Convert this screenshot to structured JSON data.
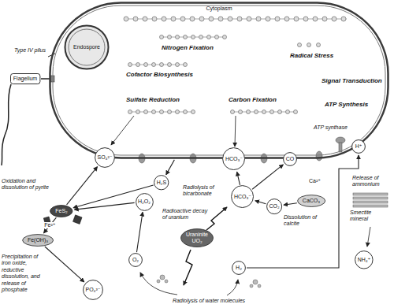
{
  "diagram": {
    "nodes": [
      {
        "text": [
          "Cytoplasm"
        ]
      },
      {
        "text": [
          "Endospore"
        ],
        "in": 0
      },
      {
        "text": [
          "Flagellum"
        ]
      },
      {
        "text": [
          "SO₄²⁻"
        ]
      },
      {
        "text": [
          "HCO₃⁻"
        ]
      },
      {
        "text": [
          "CO"
        ]
      },
      {
        "text": [
          "H⁺"
        ]
      },
      {
        "text": [
          "FeS₂"
        ]
      },
      {
        "text": [
          "Fe(OH)₃"
        ]
      },
      {
        "text": [
          "H₂O₂"
        ]
      },
      {
        "text": [
          "HCO₃⁻"
        ]
      },
      {
        "text": [
          "CO₂"
        ]
      },
      {
        "text": [
          "Uraninite",
          "UO₂"
        ]
      },
      {
        "text": [
          "O₂"
        ]
      },
      {
        "text": [
          "H₂"
        ]
      },
      {
        "text": [
          "CaCO₃"
        ]
      },
      {
        "text": [
          "NH₄⁺"
        ]
      },
      {
        "text": [
          "PO₄³⁻"
        ]
      },
      {
        "text": [
          "H₂S"
        ]
      }
    ],
    "edges": [
      {
        "from": 0,
        "to": 18,
        "arrow": "to"
      },
      {
        "from": 18,
        "to": 7,
        "arrow": "to"
      },
      {
        "from": 7,
        "to": 3,
        "arrow": "to"
      },
      {
        "from": 9,
        "to": 7,
        "arrow": "to"
      },
      {
        "from": 7,
        "to": 8,
        "label": "Fe²⁺",
        "arrow": "to"
      },
      {
        "from": 8,
        "to": 17,
        "arrow": "to"
      },
      {
        "from": 10,
        "to": 4,
        "arrow": "to"
      },
      {
        "from": 10,
        "to": 5,
        "arrow": "to"
      },
      {
        "from": 15,
        "to": 11,
        "arrow": "to"
      },
      {
        "from": 11,
        "to": 10,
        "arrow": "to"
      },
      {
        "from": 14,
        "to": 6,
        "arrow": "to"
      },
      {
        "from": 13,
        "to": 9,
        "arrow": "to"
      }
    ],
    "labels": [
      "Type IV pilus",
      "Nitrogen Fixation",
      "Radical Stress",
      "Cofactor Biosynthesis",
      "Sulfate Reduction",
      "Carbon Fixation",
      "Signal Transduction",
      "ATP Synthesis",
      "ATP synthase",
      "Oxidation and dissolution of pyrite",
      "Precipitation of iron oxide, reductive dissolution, and release of phosphate",
      "Radiolysis of bicarbonate",
      "Radioactive decay of uranium",
      "Dissolution of calcite",
      "Ca²⁺",
      "Release of ammonium",
      "Smectite mineral",
      "Radiolysis of water molecules"
    ]
  }
}
